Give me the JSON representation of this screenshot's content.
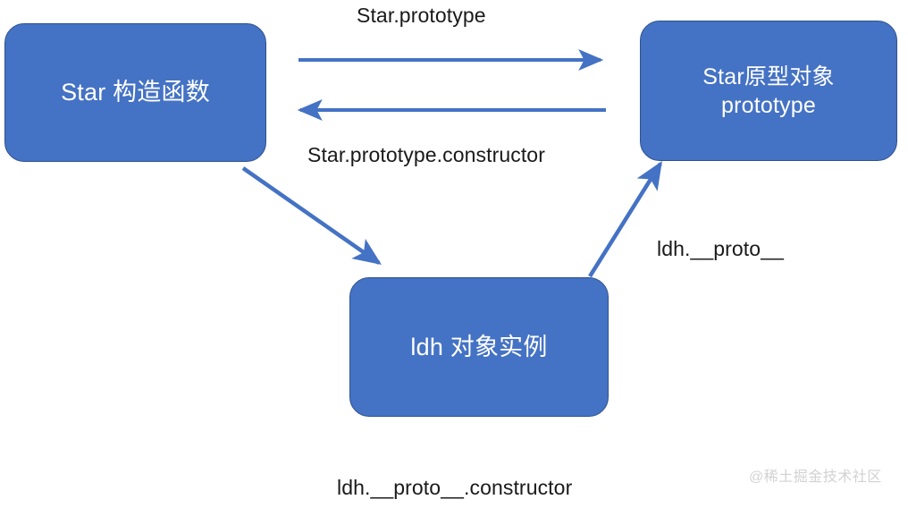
{
  "diagram": {
    "title": "JavaScript prototype chain diagram",
    "background_color": "#ffffff",
    "node_fill_color": "#4472C4",
    "node_border_color": "#2F528F",
    "node_text_color": "#ffffff",
    "arrow_color": "#4472C4",
    "label_text_color": "#1a1a1a",
    "nodes": {
      "star_constructor": {
        "line1": "Star 构造函数"
      },
      "star_prototype": {
        "line1": "Star原型对象",
        "line2": "prototype"
      },
      "ldh_instance": {
        "line1": "ldh 对象实例"
      }
    },
    "edge_labels": {
      "star_prototype": "Star.prototype",
      "star_prototype_constructor": "Star.prototype.constructor",
      "ldh_proto": "ldh.__proto__",
      "ldh_proto_constructor": "ldh.__proto__.constructor"
    },
    "watermark": "@稀土掘金技术社区"
  }
}
